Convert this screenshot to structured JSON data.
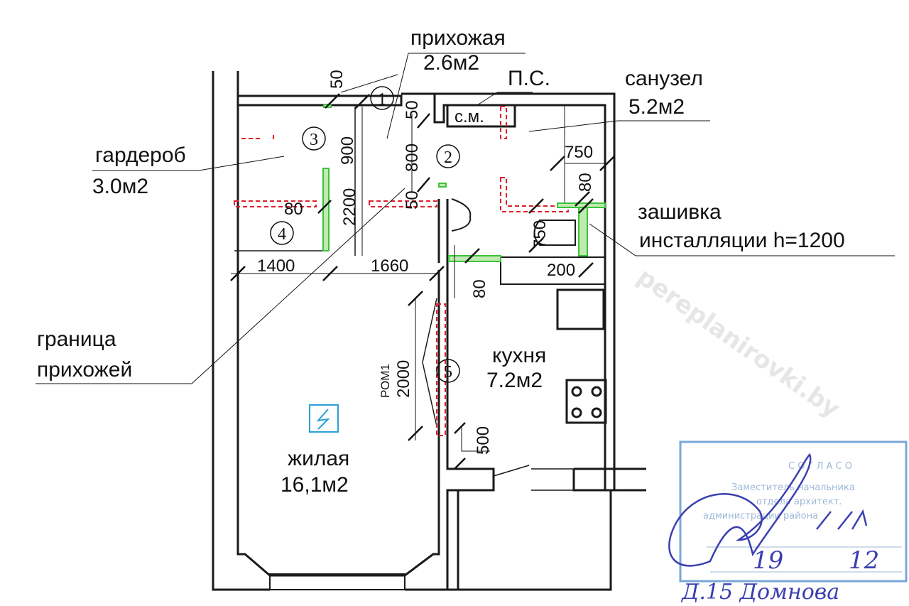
{
  "rooms": {
    "hallway": {
      "name": "прихожая",
      "area": "2.6м2"
    },
    "wardrobe": {
      "name": "гардероб",
      "area": "3.0м2"
    },
    "bathroom": {
      "name": "санузел",
      "area": "5.2м2"
    },
    "kitchen": {
      "name": "кухня",
      "area": "7.2м2"
    },
    "living": {
      "name": "жилая",
      "area": "16,1м2"
    }
  },
  "annotations": {
    "shaft": "П.С.",
    "washing_machine": "с.м.",
    "installation_cover": [
      "зашивка",
      "инсталляции h=1200"
    ],
    "hallway_boundary": [
      "граница",
      "прихожей"
    ],
    "door_label": "РОМ1"
  },
  "markers": [
    "1",
    "2",
    "3",
    "4",
    "5"
  ],
  "dimensions": {
    "d50_top": "50",
    "d900": "900",
    "d2200": "2200",
    "d80_left": "80",
    "d1400": "1400",
    "d1660": "1660",
    "d50_a": "50",
    "d800": "800",
    "d50_b": "50",
    "d750_top": "750",
    "d80_right": "80",
    "d750_side": "750",
    "d200": "200",
    "d80_mid": "80",
    "d2000": "2000",
    "d500": "500"
  },
  "watermark": "pereplanirovki.by",
  "stamp": {
    "handwritten": [
      "19",
      "12"
    ],
    "bottom_note": "Д.15 Домнова"
  },
  "colors": {
    "wall": "#1a1a1a",
    "demolish": "#e0202a",
    "new_wall": "#3cc23c",
    "stamp": "#7aa7d8",
    "signature": "#3a3fb0"
  }
}
